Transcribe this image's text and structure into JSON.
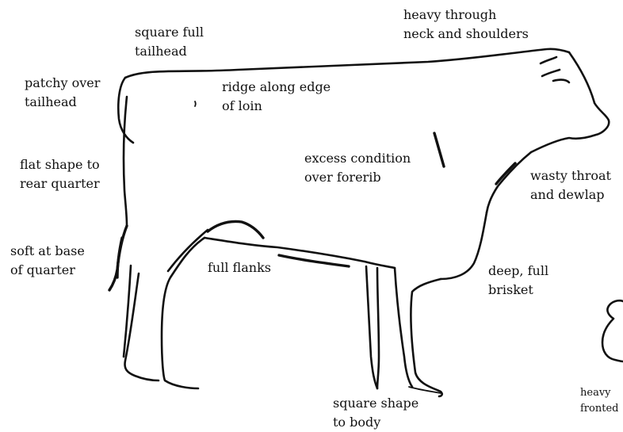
{
  "labels": {
    "neck_shoulders": [
      "heavy through",
      "neck and shoulders"
    ],
    "tailhead_square": [
      "square full",
      "tailhead"
    ],
    "tailhead_patchy": [
      "patchy over",
      "tailhead"
    ],
    "loin_ridge": [
      "ridge along edge",
      "of loin"
    ],
    "forerib": [
      "excess condition",
      "over forerib"
    ],
    "rear_quarter_flat": [
      "flat shape to",
      "rear quarter"
    ],
    "throat": [
      "wasty throat",
      "and dewlap"
    ],
    "quarter_base": [
      "soft at base",
      "of quarter"
    ],
    "flanks": [
      "full flanks"
    ],
    "brisket": [
      "deep, full",
      "brisket"
    ],
    "body_shape": [
      "square shape",
      "to body"
    ],
    "inset": [
      "heavy",
      "fronted"
    ]
  },
  "colors": {
    "ink": "#111111",
    "background": "#ffffff"
  }
}
